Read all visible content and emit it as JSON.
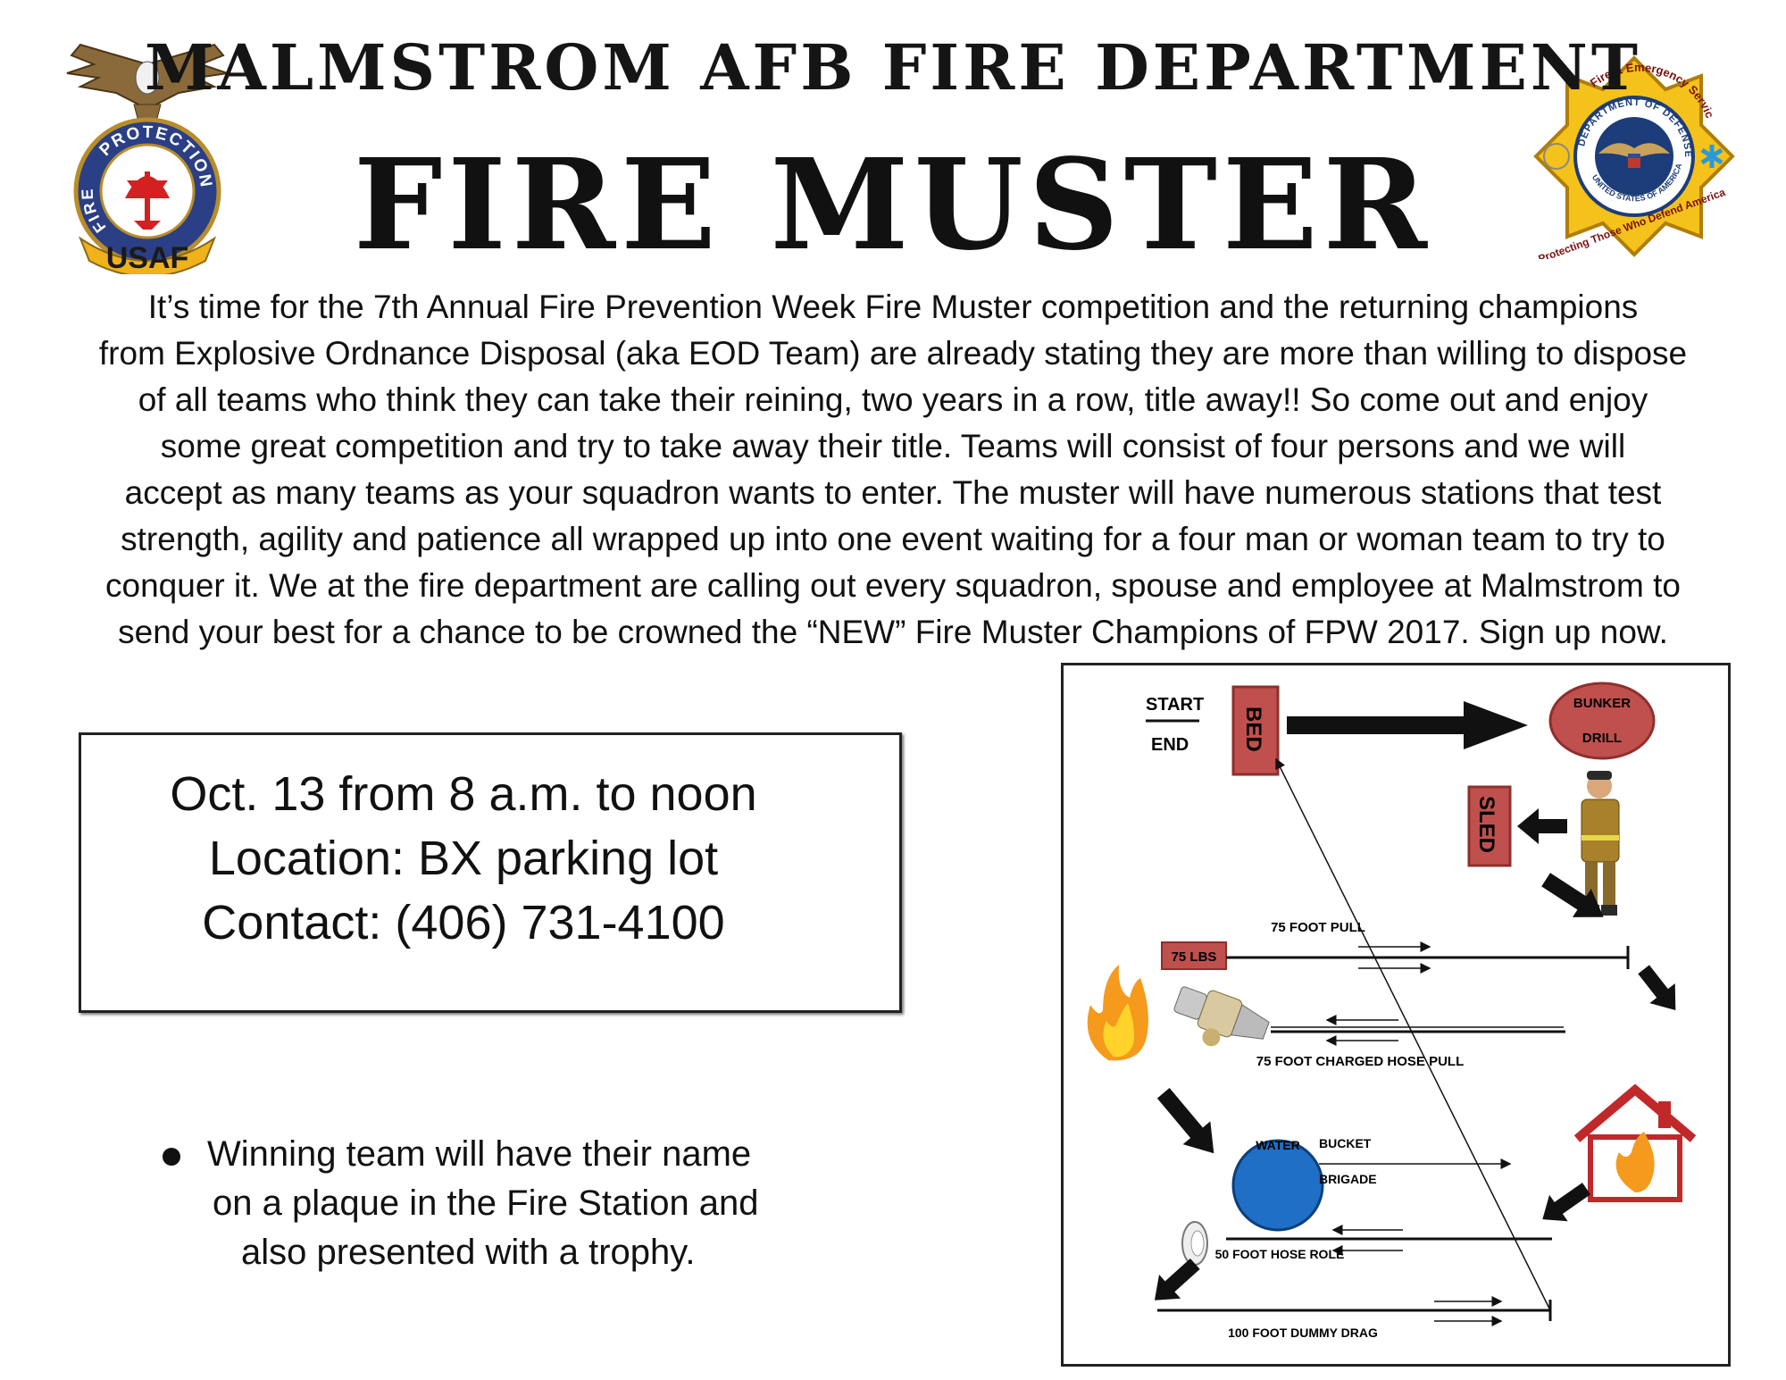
{
  "header": {
    "department": "MALMSTROM AFB FIRE DEPARTMENT",
    "title": "FIRE MUSTER"
  },
  "intro_lines": [
    "It’s time for the 7th Annual Fire Prevention Week Fire Muster competition and the returning champions",
    "from Explosive Ordnance Disposal (aka EOD Team) are already stating they are more than willing to dispose",
    "of all teams who think they can take their reining, two years in a row, title away!! So come out and enjoy",
    "some great competition and try to take away their title.  Teams will consist of four persons and we will",
    "accept as many teams as your squadron wants to enter. The muster will have numerous stations that test",
    "strength, agility and patience all wrapped up into one event waiting for a four man or woman team to try to",
    "conquer it.  We at the fire department are calling out every squadron, spouse and employee at Malmstrom to",
    "send your best for a chance to be crowned the “NEW” Fire Muster Champions of FPW 2017. Sign up now."
  ],
  "event_info": {
    "date": "Oct. 13 from 8 a.m. to noon",
    "location": "Location: BX parking lot",
    "contact": "Contact: (406) 731-4100"
  },
  "award_lines": [
    "Winning team will have their name",
    "on a plaque in the Fire Station and",
    "also presented with a trophy."
  ],
  "logo_left": {
    "top_text": "PROTECTION",
    "side_text": "FIRE",
    "bottom_text": "USAF"
  },
  "logo_right": {
    "top_text": "Fire & Emergency Services",
    "ring_text": "DEPARTMENT OF DEFENSE",
    "ring_bottom": "UNITED STATES OF AMERICA",
    "motto": "Protecting Those Who Defend America"
  },
  "course_map": {
    "start": "START",
    "end": "END",
    "bed": "BED",
    "bunker_1": "BUNKER",
    "bunker_2": "DRILL",
    "sled": "SLED",
    "foot_pull": "75 FOOT PULL",
    "weight": "75 LBS",
    "charged_hose": "75 FOOT CHARGED HOSE PULL",
    "water": "WATER",
    "bucket": "BUCKET",
    "brigade": "BRIGADE",
    "hose_role": "50 FOOT HOSE ROLE",
    "dummy_drag": "100 FOOT DUMMY DRAG",
    "colors": {
      "station": "#c0504d",
      "water": "#1f6fc6",
      "flame": "#f59a1c"
    }
  }
}
